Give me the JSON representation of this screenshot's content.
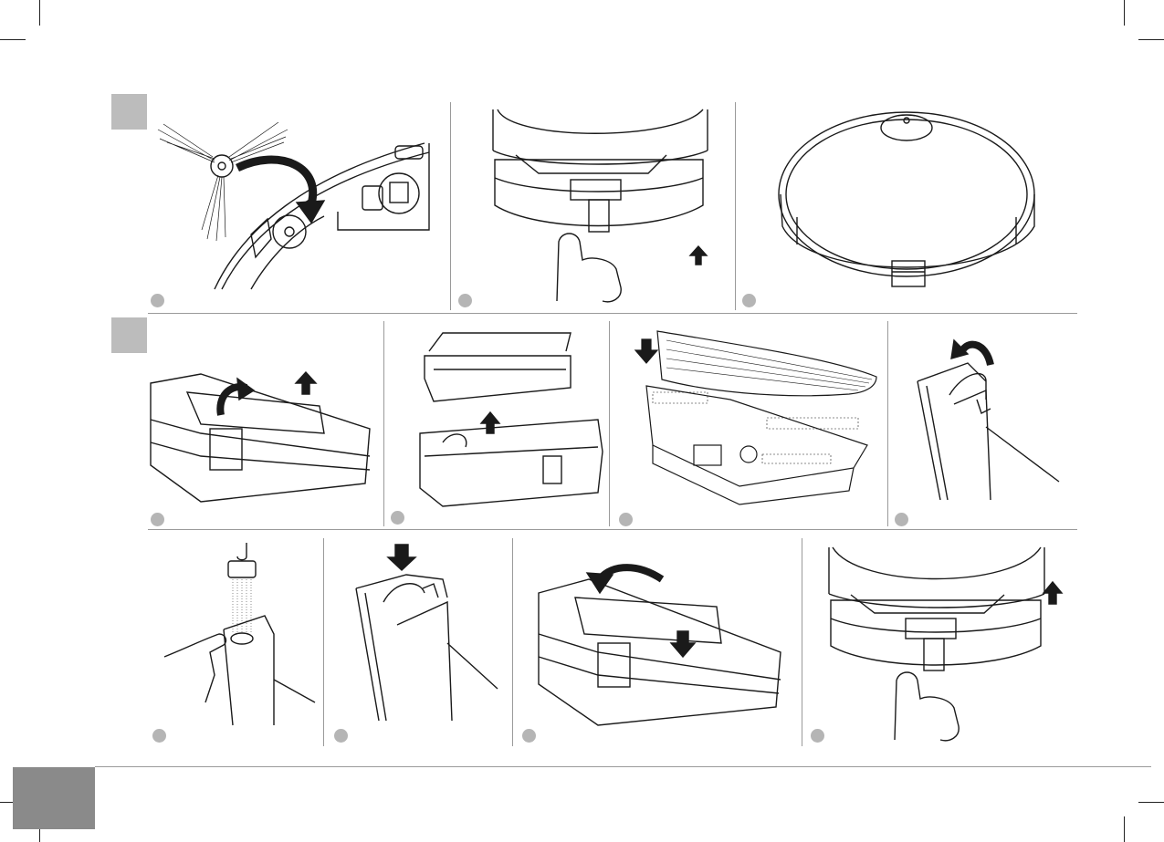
{
  "page": {
    "title": "",
    "footer_page_number": ""
  },
  "sections": [
    {
      "id": "section-a",
      "label": ""
    },
    {
      "id": "section-b",
      "label": ""
    }
  ],
  "steps": [
    {
      "id": "a1",
      "label": "",
      "illustration": "side-brush-attach"
    },
    {
      "id": "a2",
      "label": "",
      "illustration": "insert-water-tank"
    },
    {
      "id": "a3",
      "label": "",
      "illustration": "robot-top-view"
    },
    {
      "id": "b1",
      "label": "",
      "illustration": "open-tank-cover"
    },
    {
      "id": "b2",
      "label": "",
      "illustration": "remove-filter-box"
    },
    {
      "id": "b3",
      "label": "",
      "illustration": "attach-mop-pad"
    },
    {
      "id": "b4",
      "label": "",
      "illustration": "open-fill-cap"
    },
    {
      "id": "b5",
      "label": "",
      "illustration": "fill-water-tap"
    },
    {
      "id": "b6",
      "label": "",
      "illustration": "close-fill-cap"
    },
    {
      "id": "b7",
      "label": "",
      "illustration": "close-tank-cover"
    },
    {
      "id": "b8",
      "label": "",
      "illustration": "reinsert-water-tank"
    }
  ],
  "colors": {
    "section_box": "#bcbcbc",
    "step_dot": "#b5b5b5",
    "footer_box": "#8a8a8a",
    "line": "#9a9a9a",
    "ink": "#1a1a1a"
  },
  "icons": [
    "curved-arrow-icon",
    "up-arrow-icon",
    "down-arrow-icon",
    "hand-icon",
    "tap-icon"
  ]
}
